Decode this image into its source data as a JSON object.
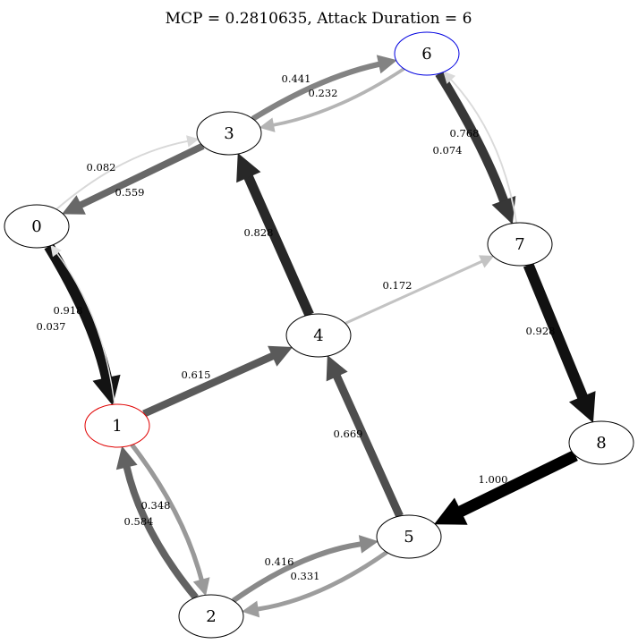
{
  "title": "MCP = 0.2810635, Attack Duration = 6",
  "nodes": [
    {
      "id": "0",
      "label": "0",
      "border_color": "#000000"
    },
    {
      "id": "1",
      "label": "1",
      "border_color": "#e00000"
    },
    {
      "id": "2",
      "label": "2",
      "border_color": "#000000"
    },
    {
      "id": "3",
      "label": "3",
      "border_color": "#000000"
    },
    {
      "id": "4",
      "label": "4",
      "border_color": "#000000"
    },
    {
      "id": "5",
      "label": "5",
      "border_color": "#000000"
    },
    {
      "id": "6",
      "label": "6",
      "border_color": "#0000e0"
    },
    {
      "id": "7",
      "label": "7",
      "border_color": "#000000"
    },
    {
      "id": "8",
      "label": "8",
      "border_color": "#000000"
    }
  ],
  "edges": [
    {
      "from": "0",
      "to": "3",
      "weight": "0.082"
    },
    {
      "from": "3",
      "to": "0",
      "weight": "0.559"
    },
    {
      "from": "3",
      "to": "6",
      "weight": "0.441"
    },
    {
      "from": "6",
      "to": "3",
      "weight": "0.232"
    },
    {
      "from": "6",
      "to": "7",
      "weight": "0.768"
    },
    {
      "from": "7",
      "to": "6",
      "weight": "0.074"
    },
    {
      "from": "0",
      "to": "1",
      "weight": "0.918"
    },
    {
      "from": "1",
      "to": "0",
      "weight": "0.037"
    },
    {
      "from": "4",
      "to": "3",
      "weight": "0.828"
    },
    {
      "from": "4",
      "to": "7",
      "weight": "0.172"
    },
    {
      "from": "1",
      "to": "4",
      "weight": "0.615"
    },
    {
      "from": "7",
      "to": "8",
      "weight": "0.928"
    },
    {
      "from": "5",
      "to": "4",
      "weight": "0.669"
    },
    {
      "from": "8",
      "to": "5",
      "weight": "1.000"
    },
    {
      "from": "1",
      "to": "2",
      "weight": "0.348"
    },
    {
      "from": "2",
      "to": "1",
      "weight": "0.584"
    },
    {
      "from": "2",
      "to": "5",
      "weight": "0.416"
    },
    {
      "from": "5",
      "to": "2",
      "weight": "0.331"
    }
  ]
}
